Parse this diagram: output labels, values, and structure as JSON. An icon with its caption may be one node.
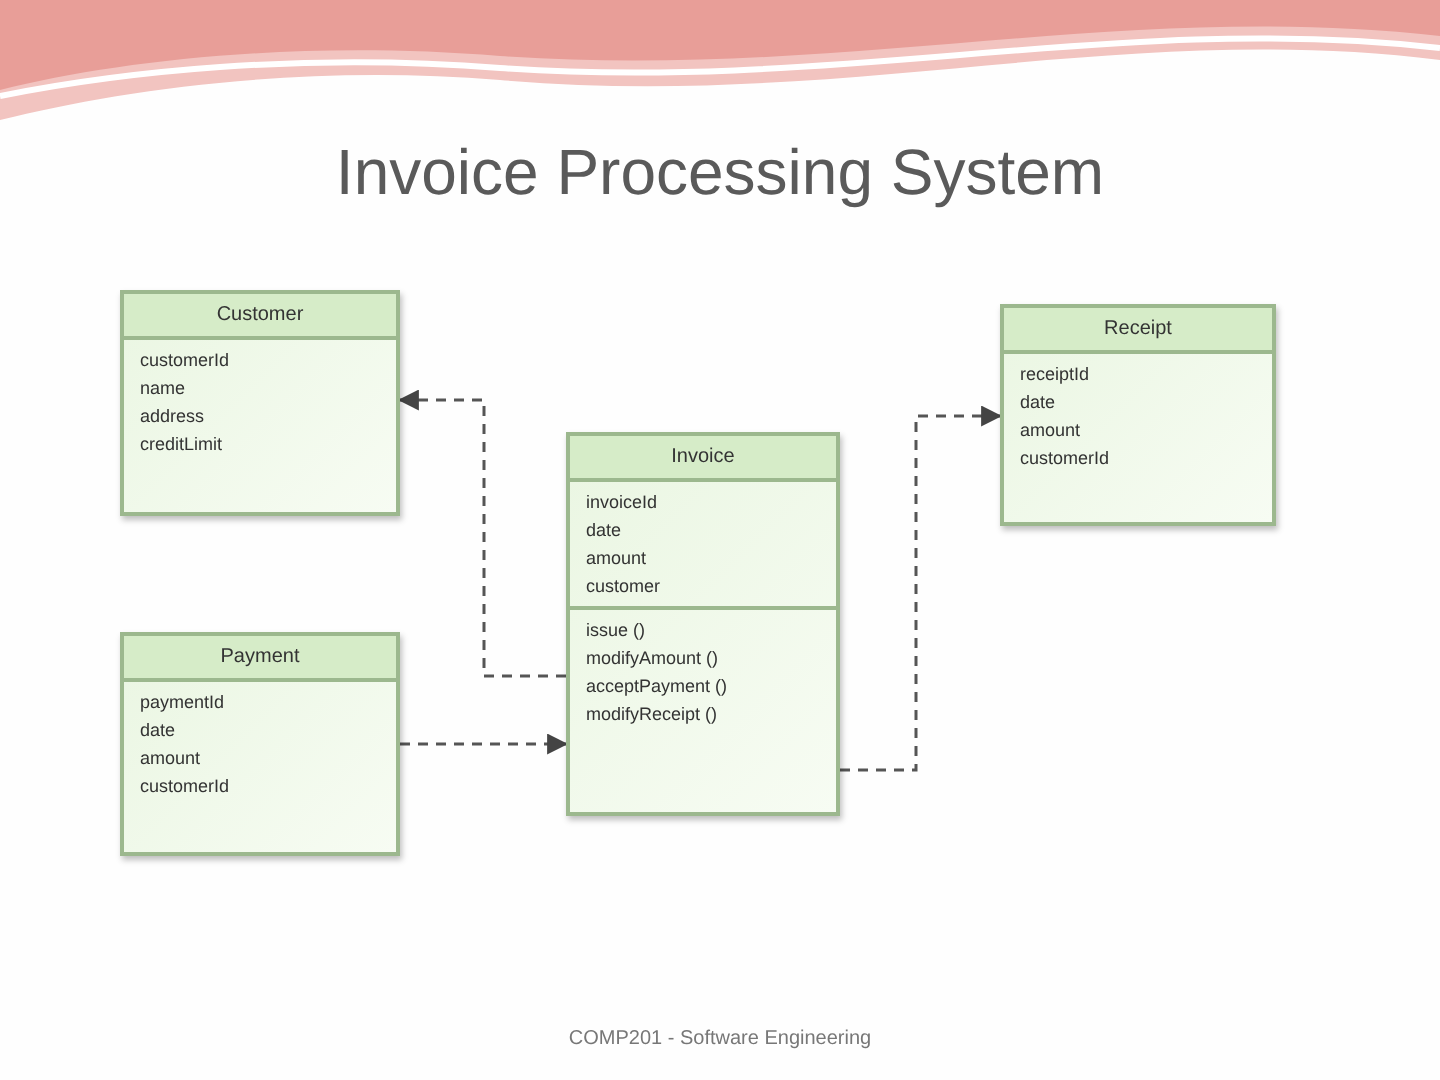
{
  "diagram": {
    "title": "Invoice Processing System",
    "nodes": [
      {
        "text": [
          "Customer",
          "customerId",
          "name",
          "address",
          "creditLimit"
        ]
      },
      {
        "text": [
          "Payment",
          "paymentId",
          "date",
          "amount",
          "customerId"
        ]
      },
      {
        "text": [
          "Invoice",
          "invoiceId",
          "date",
          "amount",
          "customer",
          "issue ()",
          "modifyAmount ()",
          "acceptPayment ()",
          "modifyReceipt ()"
        ]
      },
      {
        "text": [
          "Receipt",
          "receiptId",
          "date",
          "amount",
          "customerId"
        ]
      }
    ],
    "edges": [
      {
        "from": 2,
        "to": 0,
        "arrow": "to",
        "style": "dashed"
      },
      {
        "from": 1,
        "to": 2,
        "arrow": "to",
        "style": "dashed"
      },
      {
        "from": 2,
        "to": 3,
        "arrow": "to",
        "style": "dashed"
      }
    ],
    "labels": [
      "COMP201 - Software Engineering"
    ]
  }
}
